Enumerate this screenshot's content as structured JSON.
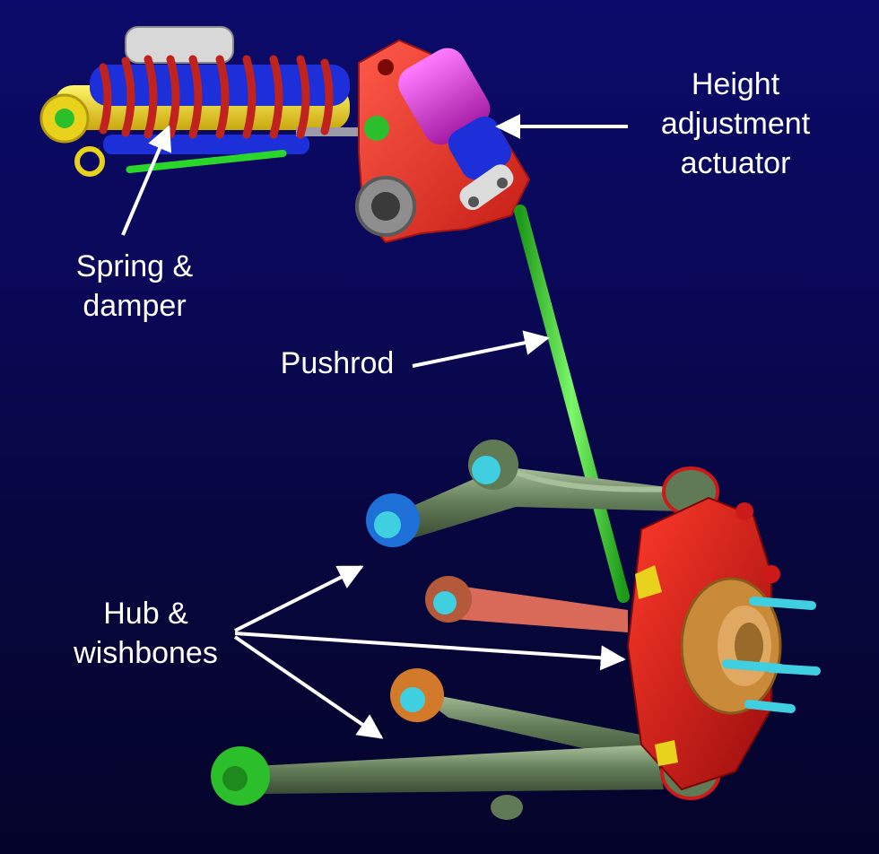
{
  "labels": {
    "height_actuator": [
      "Height",
      "adjustment",
      "actuator"
    ],
    "spring_damper": [
      "Spring &",
      "damper"
    ],
    "pushrod": "Pushrod",
    "hub_wishbones": [
      "Hub &",
      "wishbones"
    ]
  },
  "colors": {
    "background_top": "#0b0a6a",
    "background_bottom": "#04042a",
    "spring": "#c0231e",
    "damper_body": "#e8d21c",
    "damper_rod": "#1c2fd8",
    "rocker": "#e8392c",
    "actuator": "#d62bd6",
    "pushrod": "#3bd62b",
    "wishbone": "#5f7a55",
    "hub": "#cc1a1a",
    "hub_flange": "#c98a3a",
    "wheel_studs": "#3fcfe0",
    "arrow": "#ffffff"
  }
}
